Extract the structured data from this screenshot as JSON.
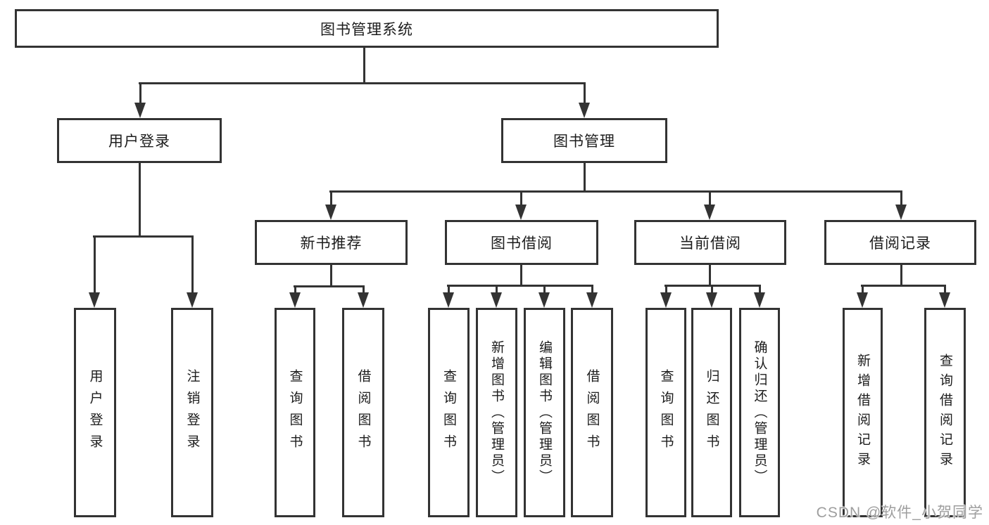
{
  "diagram_title": "图书管理系统",
  "nodes": {
    "root": "图书管理系统",
    "user_login": "用户登录",
    "book_mgmt": "图书管理",
    "new_book": "新书推荐",
    "book_borrow": "图书借阅",
    "current_borrow": "当前借阅",
    "borrow_record": "借阅记录"
  },
  "leaves": [
    {
      "label": "用户登录"
    },
    {
      "label": "注销登录"
    },
    {
      "label": "查询图书"
    },
    {
      "label": "借阅图书"
    },
    {
      "label": "查询图书"
    },
    {
      "label": "新增图书（管理员）"
    },
    {
      "label": "编辑图书（管理员）"
    },
    {
      "label": "借阅图书"
    },
    {
      "label": "查询图书"
    },
    {
      "label": "归还图书"
    },
    {
      "label": "确认归还（管理员）"
    },
    {
      "label": "新增借阅记录"
    },
    {
      "label": "查询借阅记录"
    }
  ],
  "hierarchy": {
    "图书管理系统": {
      "用户登录": [
        "用户登录",
        "注销登录"
      ],
      "图书管理": {
        "新书推荐": [
          "查询图书",
          "借阅图书"
        ],
        "图书借阅": [
          "查询图书",
          "新增图书（管理员）",
          "编辑图书（管理员）",
          "借阅图书"
        ],
        "当前借阅": [
          "查询图书",
          "归还图书",
          "确认归还（管理员）"
        ],
        "借阅记录": [
          "新增借阅记录",
          "查询借阅记录"
        ]
      }
    }
  },
  "watermark": "CSDN @软件_小贺同学",
  "colors": {
    "line": "#333333",
    "text": "#1c1c1c",
    "watermark": "#9e9e9e",
    "background": "#ffffff"
  }
}
